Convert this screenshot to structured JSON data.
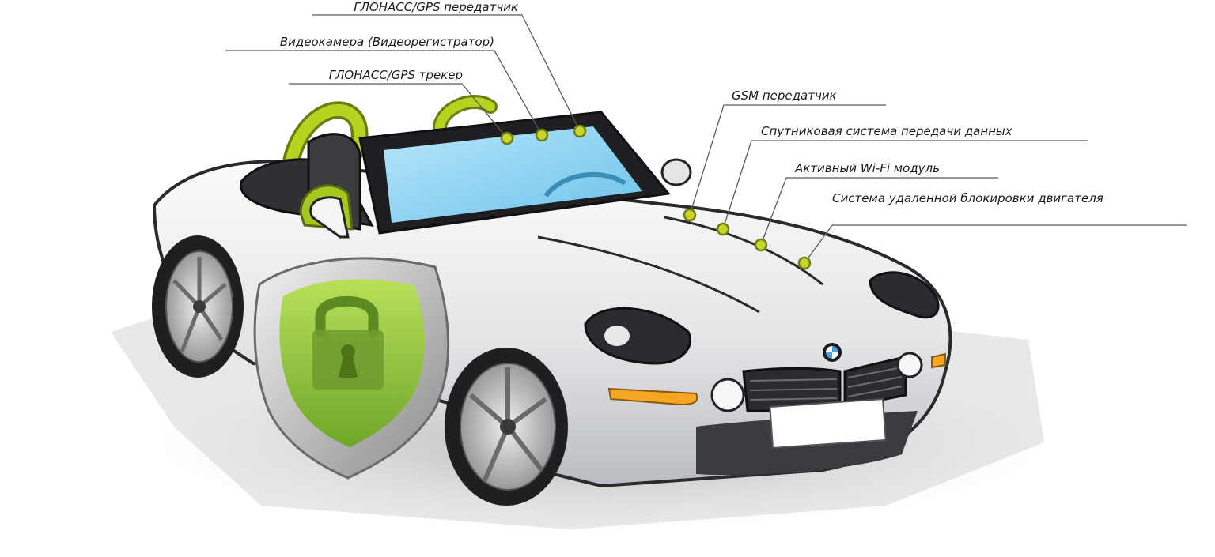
{
  "labels": {
    "glonass_transmitter": "ГЛОНАСС/GPS передатчик",
    "video_camera": "Видеокамера (Видеорегистратор)",
    "glonass_tracker": "ГЛОНАСС/GPS трекер",
    "gsm_transmitter": "GSM передатчик",
    "satellite_system": "Спутниковая система передачи данных",
    "wifi_module": "Активный Wi-Fi модуль",
    "engine_block": "Система удаленной блокировки двигателя"
  },
  "colors": {
    "marker_fill": "#c8d62c",
    "marker_stroke": "#6f7d12",
    "leader_line": "#5a5a5a",
    "shield_green": "#8cc63f",
    "body": "#e9eaec",
    "glass": "#8fd3f0",
    "seat_green": "#a5c820"
  },
  "icons": {
    "shield": "padlock-shield-icon"
  }
}
